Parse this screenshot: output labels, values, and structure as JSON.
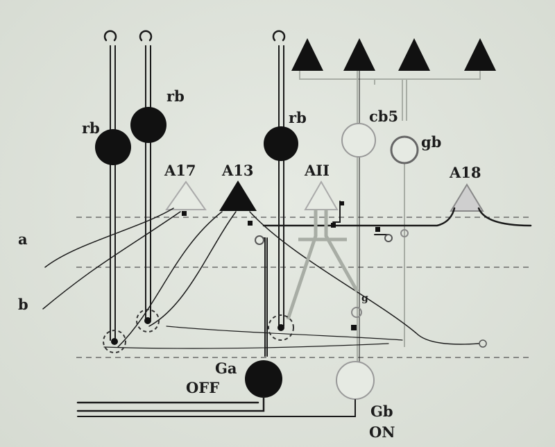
{
  "labels": {
    "rb_left": "rb",
    "rb_mid": "rb",
    "rb_right": "rb",
    "cb5": "cb5",
    "gb": "gb",
    "a17": "A17",
    "a13": "A13",
    "aii": "AII",
    "a18": "A18",
    "layer_a": "a",
    "layer_b": "b",
    "ga": "Ga",
    "off": "OFF",
    "gb_cell": "Gb",
    "on": "ON",
    "g_small": "g"
  },
  "colors": {
    "background": "#dde2da",
    "ink": "#1a1a1a",
    "pale_line": "#a8ada5"
  }
}
